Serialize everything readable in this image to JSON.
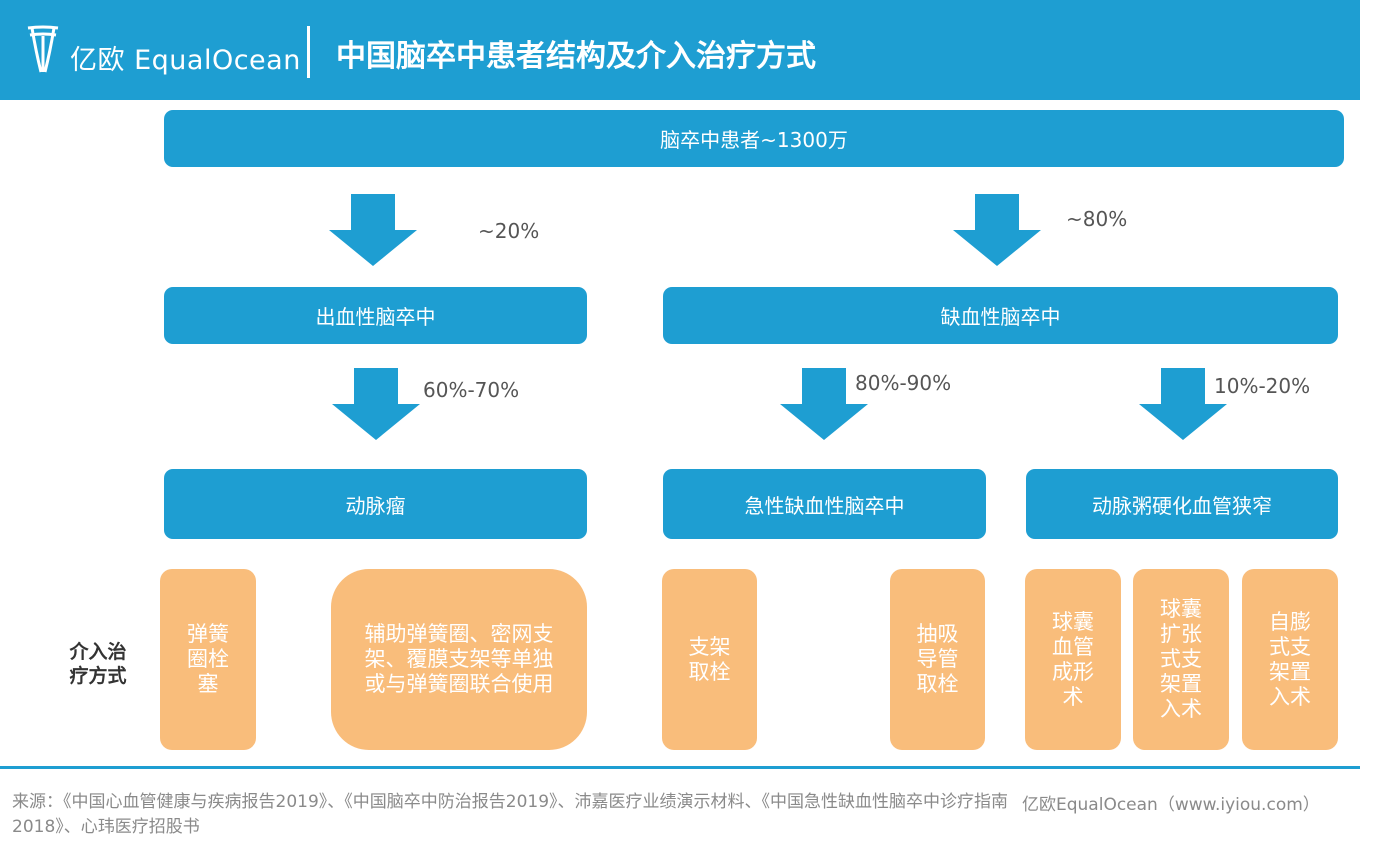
{
  "header": {
    "logo_text": "亿欧 EqualOcean",
    "title": "中国脑卒中患者结构及介入治疗方式"
  },
  "tree": {
    "root": "脑卒中患者~1300万",
    "branch_left": {
      "label": "出血性脑卒中",
      "pct": "~20%"
    },
    "branch_right": {
      "label": "缺血性脑卒中",
      "pct": "~80%"
    },
    "aneurysm": {
      "label": "动脉瘤",
      "pct": "60%-70%"
    },
    "acute": {
      "label": "急性缺血性脑卒中",
      "pct": "80%-90%"
    },
    "stenosis": {
      "label": "动脉粥硬化血管狭窄",
      "pct": "10%-20%"
    }
  },
  "side_label": [
    "介入治",
    "疗方式"
  ],
  "methods": {
    "coil": [
      "弹簧",
      "圈栓",
      "塞"
    ],
    "assisted": [
      "辅助弹簧圈、密网支",
      "架、覆膜支架等单独",
      "或与弹簧圈联合使用"
    ],
    "stent_retrieval": [
      "支架",
      "取栓"
    ],
    "aspiration": [
      "抽吸",
      "导管",
      "取栓"
    ],
    "balloon_angioplasty": [
      "球囊",
      "血管",
      "成形",
      "术"
    ],
    "balloon_stent": [
      "球囊",
      "扩张",
      "式支",
      "架置",
      "入术"
    ],
    "self_expanding": [
      "自膨",
      "式支",
      "架置",
      "入术"
    ]
  },
  "footer": {
    "source": "来源：《中国心血管健康与疾病报告2019》、《中国脑卒中防治报告2019》、沛嘉医疗业绩演示材料、《中国急性缺血性脑卒中诊疗指南2018》、心玮医疗招股书",
    "credit": "亿欧EqualOcean（www.iyiou.com）"
  },
  "colors": {
    "blue": "#1e9ed2",
    "orange": "#f9bd7b"
  }
}
